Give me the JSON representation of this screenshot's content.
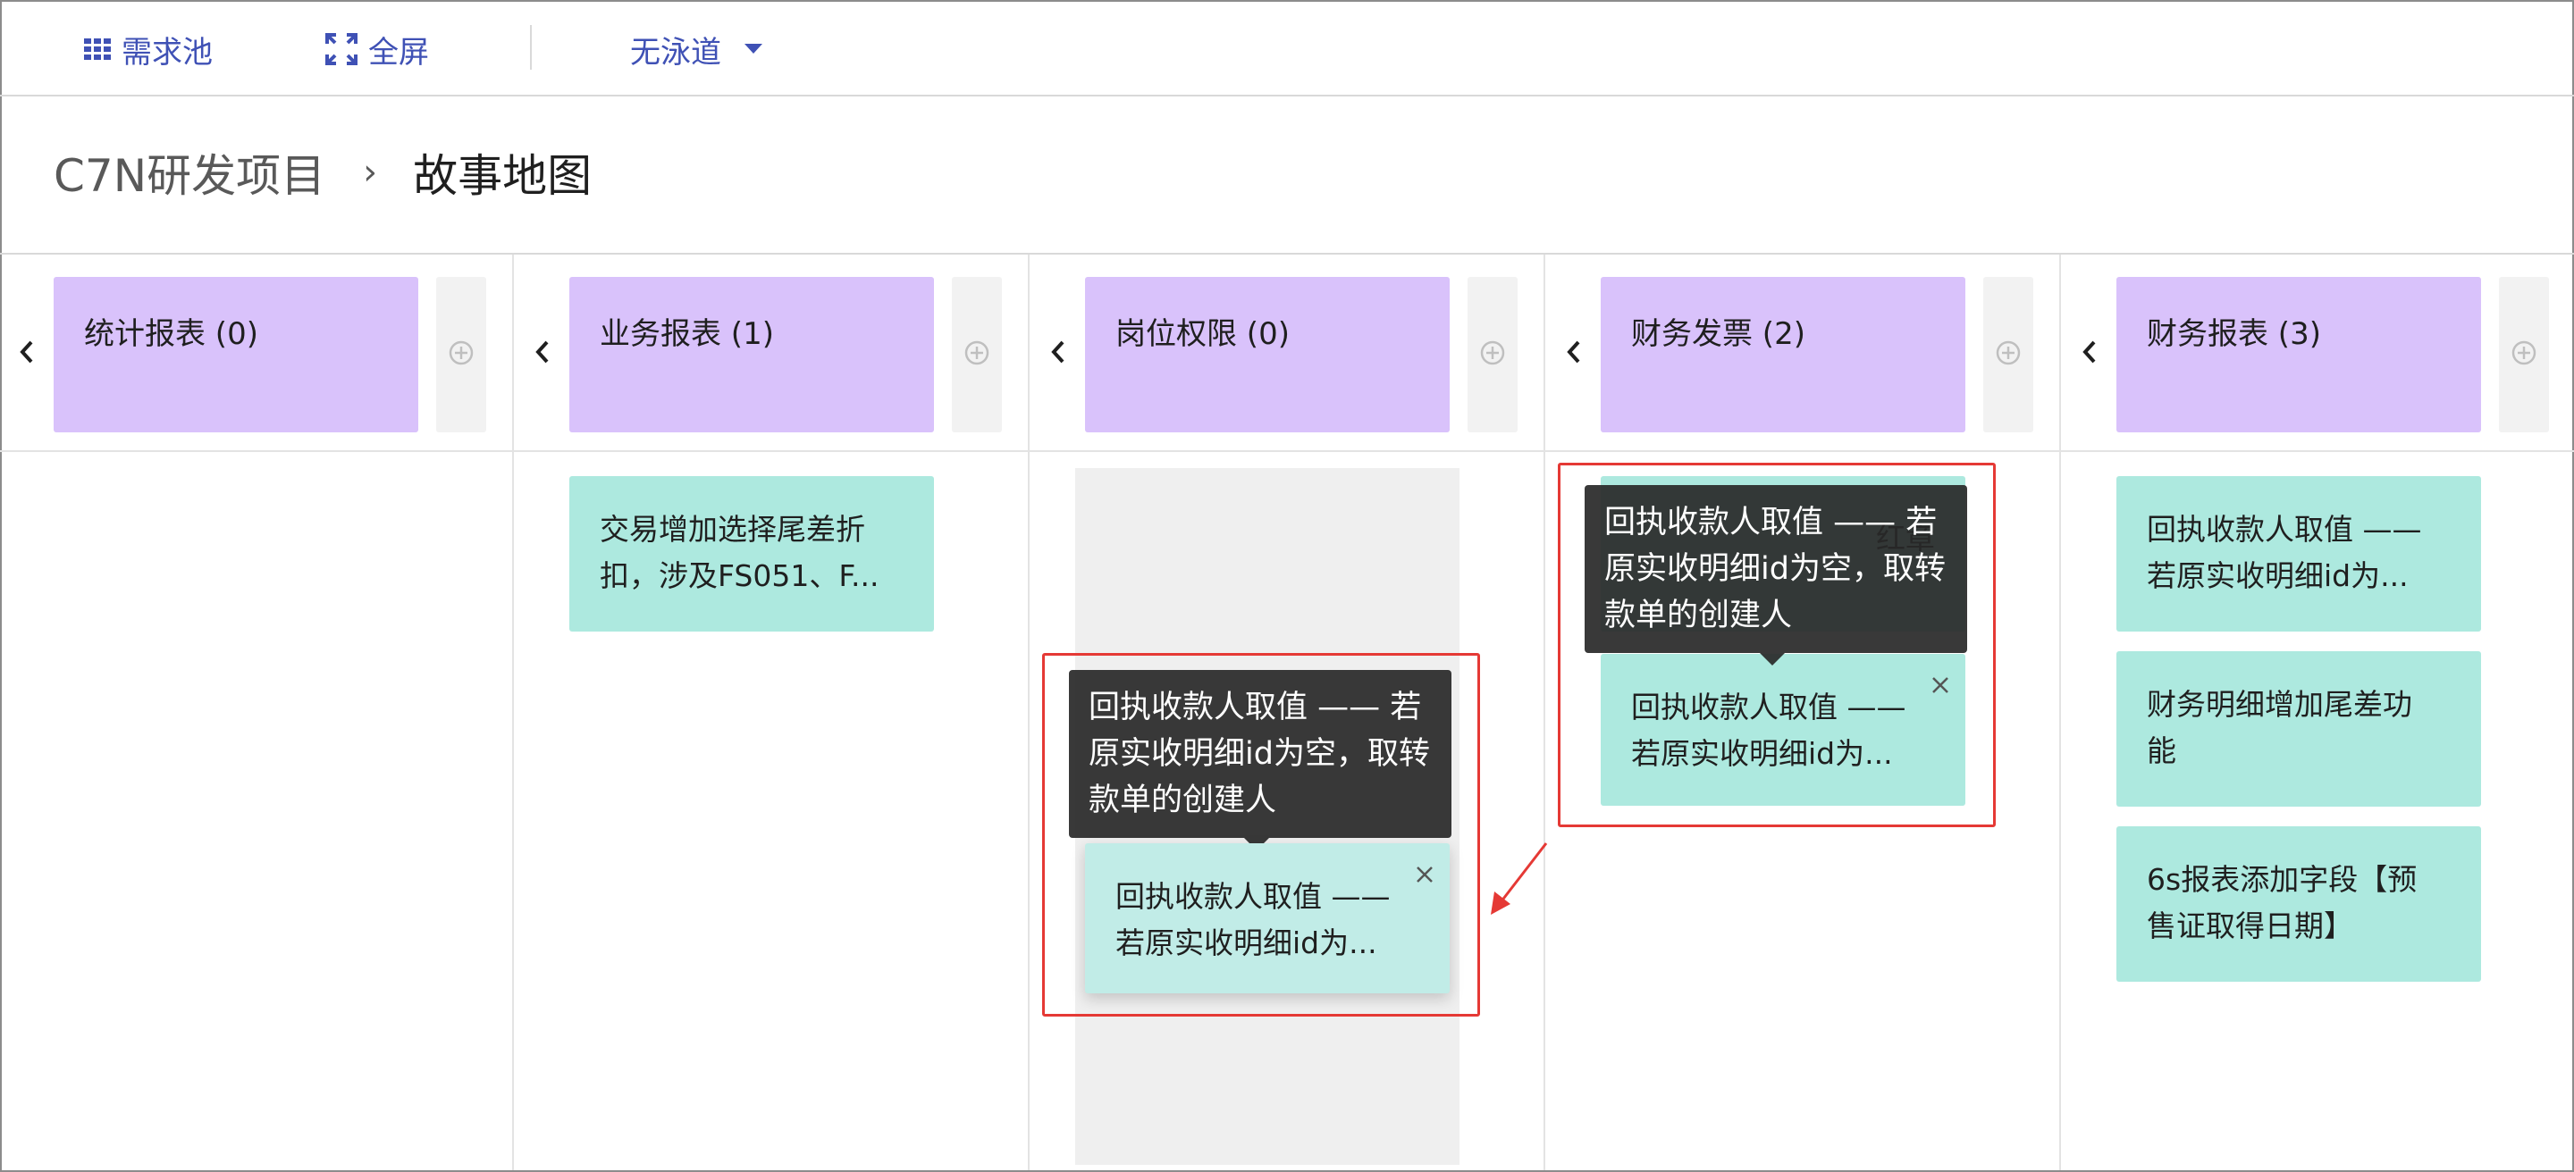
{
  "toolbar": {
    "backlog_label": "需求池",
    "fullscreen_label": "全屏",
    "swimlane_label": "无泳道"
  },
  "breadcrumb": {
    "project": "C7N研发项目",
    "separator": "›",
    "page": "故事地图"
  },
  "epics": [
    {
      "label": "统计报表 (0)"
    },
    {
      "label": "业务报表 (1)"
    },
    {
      "label": "岗位权限 (0)"
    },
    {
      "label": "财务发票 (2)"
    },
    {
      "label": "财务报表 (3)"
    }
  ],
  "stories": {
    "business_report": [
      {
        "line1": "交易增加选择尾差折",
        "line2": "扣，涉及FS051、F..."
      }
    ],
    "position_permission_dragging": {
      "line1": "回执收款人取值 ——",
      "line2": "若原实收明细id为..."
    },
    "finance_invoice": [
      {
        "line1": "回执收款人取值 ——",
        "line2": "若原实收明细id为..."
      }
    ],
    "finance_invoice_hidden_text": "红章",
    "finance_report": [
      {
        "line1": "回执收款人取值 ——",
        "line2": "若原实收明细id为..."
      },
      {
        "line1": "财务明细增加尾差功",
        "line2": "能"
      },
      {
        "line1": "6s报表添加字段【预",
        "line2": "售证取得日期】"
      }
    ]
  },
  "tooltips": {
    "line1": "回执收款人取值 —— 若",
    "line2": "原实收明细id为空，取转",
    "line3": "款单的创建人"
  },
  "colors": {
    "accent": "#3f51b5",
    "epic_bg": "#d9c2fb",
    "story_bg": "#ade9df",
    "highlight": "#e53935"
  },
  "icons": {
    "backlog": "grid-icon",
    "fullscreen": "expand-icon",
    "swimlane": "caret-down-icon",
    "collapse": "chevron-left-icon",
    "add": "plus-circle-icon",
    "close": "close-icon"
  }
}
